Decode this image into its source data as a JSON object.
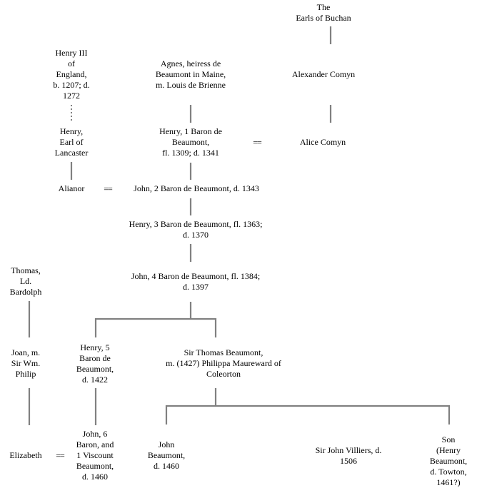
{
  "title": "Beaumont family tree",
  "line_color": "#808080",
  "marriage_symbol": "==",
  "people": {
    "earls_of_buchan": "The\nEarls of Buchan",
    "henry_iii": "Henry III\nof\nEngland,\nb. 1207; d.\n1272",
    "agnes": "Agnes, heiress de\nBeaumont in Maine,\nm. Louis de Brienne",
    "alexander_comyn": "Alexander Comyn",
    "henry_earl_lancaster": "Henry,\nEarl of\nLancaster",
    "henry_1_baron": "Henry, 1 Baron de\nBeaumont,\nfl. 1309; d. 1341",
    "alice_comyn": "Alice Comyn",
    "alianor": "Alianor",
    "john_2_baron": "John, 2 Baron de Beaumont, d. 1343",
    "henry_3_baron": "Henry, 3 Baron de Beaumont, fl. 1363;\nd. 1370",
    "thomas_bardolph": "Thomas,\nLd.\nBardolph",
    "john_4_baron": "John, 4 Baron de Beaumont, fl. 1384;\nd. 1397",
    "joan": "Joan, m.\nSir Wm.\nPhilip",
    "henry_5_baron": "Henry, 5\nBaron de\nBeaumont,\nd. 1422",
    "sir_thomas_beaumont": "Sir Thomas Beaumont,\nm. (1427) Philippa Maureward of\nColeorton",
    "elizabeth": "Elizabeth",
    "john_6_baron": "John, 6\nBaron, and\n1 Viscount\nBeaumont,\nd. 1460",
    "john_beaumont": "John\nBeaumont,\nd. 1460",
    "sir_john_villiers": "Sir John Villiers, d.\n1506",
    "son_henry": "Son (Henry\nBeaumont,\nd. Towton,\n1461?)"
  }
}
